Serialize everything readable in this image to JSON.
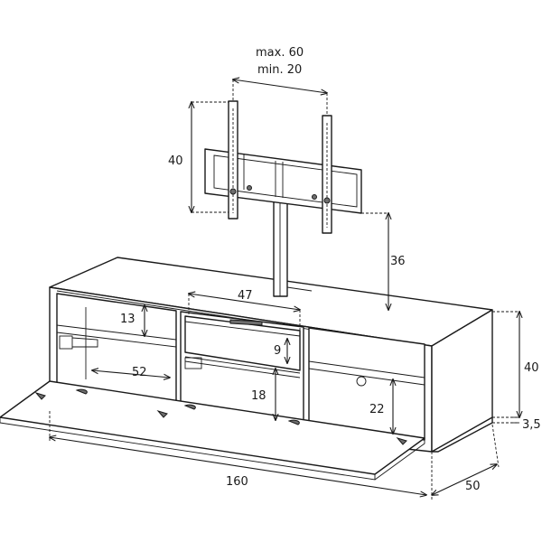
{
  "dimensions": {
    "bracket_max": "max. 60",
    "bracket_min": "min. 20",
    "bracket_height": "40",
    "stand_height": "36",
    "drawer_width": "47",
    "shelf_top_gap": "13",
    "drawer_depth": "9",
    "compartment_width": "52",
    "lower_height": "18",
    "right_height": "22",
    "cabinet_height": "40",
    "foot_height": "3,5",
    "cabinet_width": "160",
    "cabinet_depth": "50"
  }
}
